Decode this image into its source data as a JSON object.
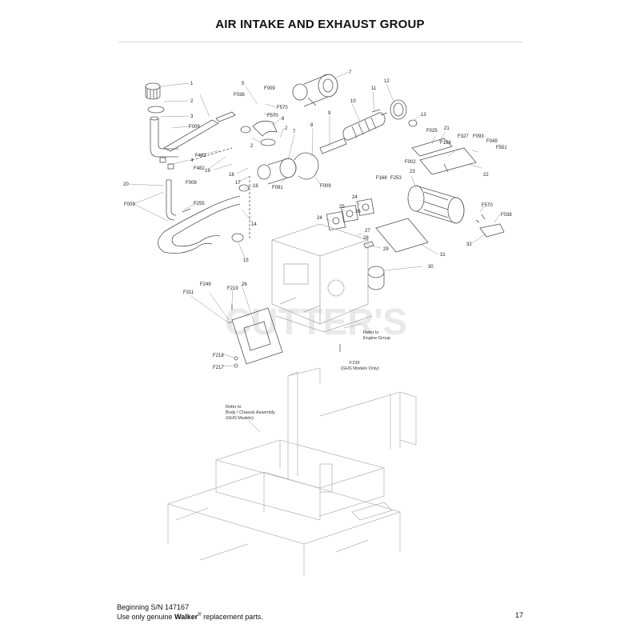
{
  "page": {
    "title": "AIR INTAKE AND EXHAUST GROUP",
    "watermark": "CUTTER'S",
    "footer": {
      "serial_line": "Beginning S/N 147167",
      "parts_prefix": "Use only genuine ",
      "brand": "Walker",
      "reg_mark": "®",
      "parts_suffix": " replacement parts.",
      "page_number": "17"
    }
  },
  "notes": {
    "engine_ref": [
      "Refer to",
      "Engine Group"
    ],
    "ghs_only": [
      "F239",
      "(GHS Models Only)"
    ],
    "chassis_ref": [
      "Refer to",
      "Body / Chassis Assembly",
      "(GHS Models)"
    ]
  },
  "callouts": [
    "1",
    "2",
    "3",
    "F009",
    "4",
    "F483",
    "F482",
    "19",
    "18",
    "17",
    "16",
    "20",
    "F009",
    "F009",
    "F255",
    "14",
    "15",
    "5",
    "F038",
    "F009",
    "F570",
    "F570",
    "6",
    "2",
    "2",
    "7",
    "8",
    "7",
    "F091",
    "F009",
    "9",
    "10",
    "11",
    "12",
    "13",
    "F025",
    "21",
    "F327",
    "F093",
    "F168",
    "F049",
    "F551",
    "F002",
    "22",
    "23",
    "F168",
    "F253",
    "24",
    "25",
    "26",
    "24",
    "27",
    "28",
    "29",
    "31",
    "F570",
    "F038",
    "32",
    "30",
    "F249",
    "F219",
    "F311",
    "26",
    "F218",
    "F217"
  ],
  "colors": {
    "line": "#555555",
    "watermark": "#e9e9e9"
  }
}
